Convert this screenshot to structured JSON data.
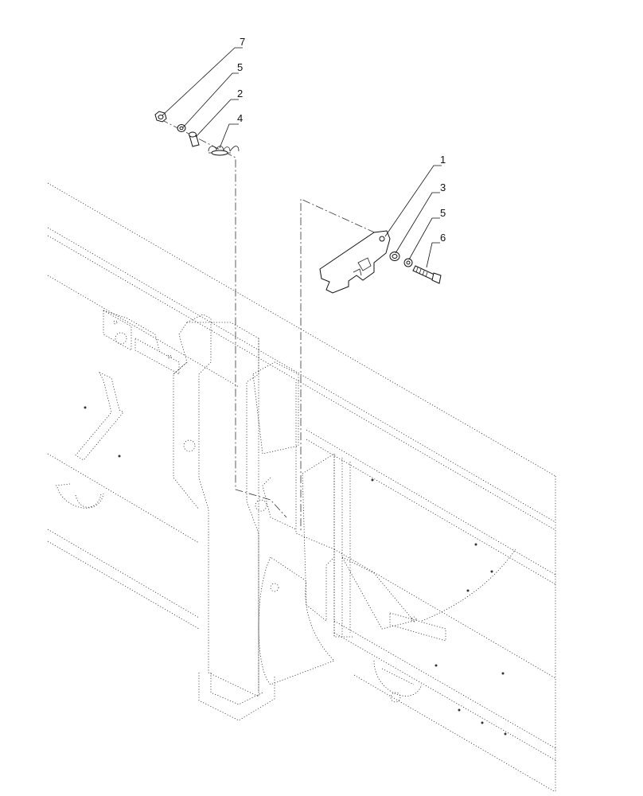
{
  "callouts": [
    {
      "number": "7",
      "part": "nut"
    },
    {
      "number": "5",
      "part": "washer"
    },
    {
      "number": "2",
      "part": "bushing"
    },
    {
      "number": "4",
      "part": "spring"
    },
    {
      "number": "1",
      "part": "latch plate"
    },
    {
      "number": "3",
      "part": "bushing"
    },
    {
      "number": "5",
      "part": "washer"
    },
    {
      "number": "6",
      "part": "bolt"
    }
  ],
  "colors": {
    "line": "#222222",
    "background": "#ffffff"
  }
}
